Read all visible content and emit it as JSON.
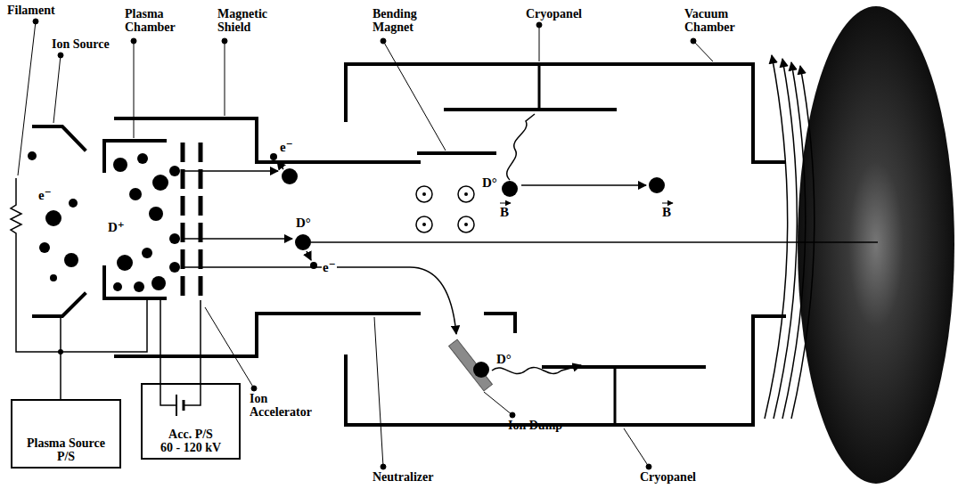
{
  "diagram": {
    "nodes": [
      {
        "text": [
          "Plasma Source P/S"
        ]
      },
      {
        "text": [
          "Acc. P/S",
          "60 - 120 kV"
        ]
      }
    ],
    "labels": [
      "Filament",
      "Ion Source",
      "Plasma Chamber",
      "Magnetic Shield",
      "Bending Magnet",
      "Cryopanel",
      "Vacuum Chamber",
      "e⁻",
      "D⁺",
      "e⁻",
      "D°",
      "e⁻",
      "D°",
      "B",
      "B",
      "D°",
      "Ion Accelerator",
      "Neutralizer",
      "Ion Dump",
      "Cryopanel"
    ]
  }
}
